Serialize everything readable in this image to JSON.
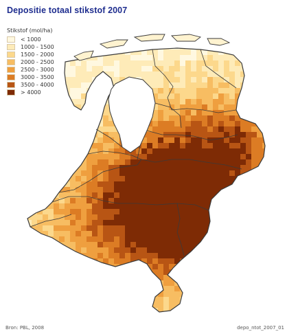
{
  "map": {
    "title": "Depositie totaal stikstof 2007",
    "legend_title": "Stikstof (mol/ha)",
    "legend": [
      {
        "label": "< 1000",
        "color": "#fff8e0"
      },
      {
        "label": "1000 - 1500",
        "color": "#feebb8"
      },
      {
        "label": "1500 - 2000",
        "color": "#fcd88c"
      },
      {
        "label": "2000 - 2500",
        "color": "#f7bd62"
      },
      {
        "label": "2500 - 3000",
        "color": "#ef9f3f"
      },
      {
        "label": "3000 - 3500",
        "color": "#dc7c24"
      },
      {
        "label": "3500 - 4000",
        "color": "#b85514"
      },
      {
        "label": "> 4000",
        "color": "#7e2b05"
      }
    ],
    "source": "Bron: PBL, 2008",
    "file_label": "depo_ntot_2007_01",
    "water_color": "#ffffff",
    "border_color": "#3a3a3a"
  }
}
